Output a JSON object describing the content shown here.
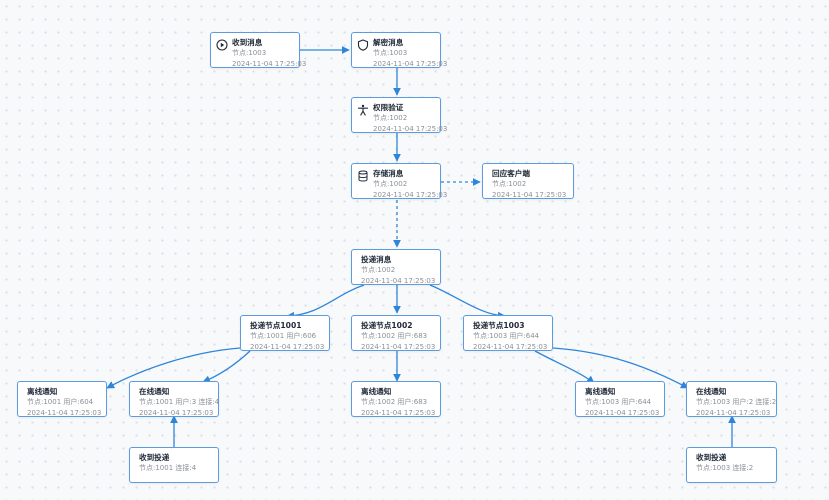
{
  "colors": {
    "edge": "#2f86d9",
    "border": "#5b9be0"
  },
  "nodes": {
    "receive": {
      "title": "收到消息",
      "line1": "节点:1003",
      "line2": "2024-11-04 17:25:03",
      "icon": "play-circle-icon"
    },
    "decrypt": {
      "title": "解密消息",
      "line1": "节点:1003",
      "line2": "2024-11-04 17:25:03",
      "icon": "shield-icon"
    },
    "auth": {
      "title": "权限验证",
      "line1": "节点:1002",
      "line2": "2024-11-04 17:25:03",
      "icon": "accessibility-icon"
    },
    "store": {
      "title": "存储消息",
      "line1": "节点:1002",
      "line2": "2024-11-04 17:25:03",
      "icon": "database-icon"
    },
    "reply": {
      "title": "回应客户端",
      "line1": "节点:1002",
      "line2": "2024-11-04 17:25:03"
    },
    "deliver": {
      "title": "投递消息",
      "line1": "节点:1002",
      "line2": "2024-11-04 17:25:03"
    },
    "deliver1001": {
      "title": "投递节点1001",
      "line1": "节点:1001 用户:606",
      "line2": "2024-11-04 17:25:03"
    },
    "deliver1002": {
      "title": "投递节点1002",
      "line1": "节点:1002 用户:683",
      "line2": "2024-11-04 17:25:03"
    },
    "deliver1003": {
      "title": "投递节点1003",
      "line1": "节点:1003 用户:644",
      "line2": "2024-11-04 17:25:03"
    },
    "offline1001": {
      "title": "离线通知",
      "line1": "节点:1001 用户:604",
      "line2": "2024-11-04 17:25:03"
    },
    "online1001": {
      "title": "在线通知",
      "line1": "节点:1001 用户:3 连接:4",
      "line2": "2024-11-04 17:25:03"
    },
    "offline1002": {
      "title": "离线通知",
      "line1": "节点:1002 用户:683",
      "line2": "2024-11-04 17:25:03"
    },
    "offline1003": {
      "title": "离线通知",
      "line1": "节点:1003 用户:644",
      "line2": "2024-11-04 17:25:03"
    },
    "online1003": {
      "title": "在线通知",
      "line1": "节点:1003 用户:2 连接:2",
      "line2": "2024-11-04 17:25:03"
    },
    "recvd1001": {
      "title": "收到投递",
      "line1": "节点:1001 连接:4"
    },
    "recvd1003": {
      "title": "收到投递",
      "line1": "节点:1003 连接:2"
    }
  }
}
